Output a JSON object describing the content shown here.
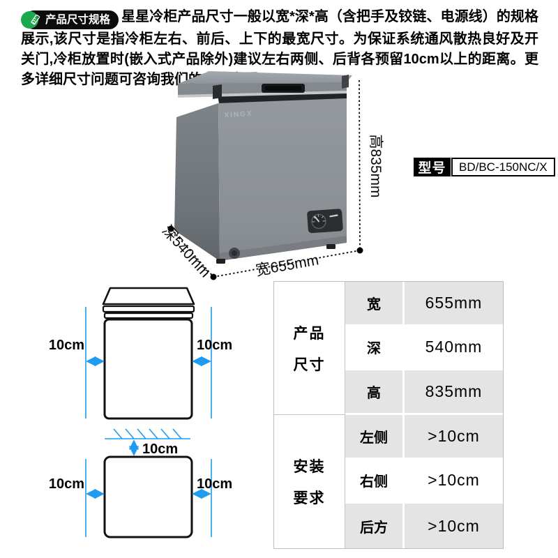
{
  "header": {
    "badge_label": "产品尺寸规格",
    "description": "星星冷柜产品尺寸一般以宽*深*高（含把手及铰链、电源线）的规格展示,该尺寸是指冷柜左右、前后、上下的最宽尺寸。为保证系统通风散热良好及开关门,冷柜放置时(嵌入式产品除外)建议左右两侧、后背各预留10cm以上的距离。更多详细尺寸问题可咨询我们的在线客服。"
  },
  "product": {
    "brand": "XINGX",
    "model_label": "型号",
    "model_value": "BD/BC-150NC/X",
    "dimensions": {
      "height": "高835mm",
      "width": "宽655mm",
      "depth": "深540mm"
    }
  },
  "diagrams": {
    "front_left_clearance": "10cm",
    "front_right_clearance": "10cm",
    "back_clearance": "10cm",
    "top_left_clearance": "10cm",
    "top_right_clearance": "10cm"
  },
  "spec_table": {
    "groups": [
      {
        "category": [
          "产品",
          "尺寸"
        ],
        "rows": [
          {
            "label": "宽",
            "value": "655mm"
          },
          {
            "label": "深",
            "value": "540mm"
          },
          {
            "label": "高",
            "value": "835mm"
          }
        ]
      },
      {
        "category": [
          "安装",
          "要求"
        ],
        "rows": [
          {
            "label": "左侧",
            "value": ">10cm"
          },
          {
            "label": "右侧",
            "value": ">10cm"
          },
          {
            "label": "后方",
            "value": ">10cm"
          }
        ]
      }
    ]
  },
  "colors": {
    "badge_green": "#1ca84d",
    "badge_black": "#0c0c0c",
    "accent_blue": "#1f9cf0",
    "table_row_gray": "#e4e4e4",
    "freezer_front_gray": "#8e9398",
    "freezer_side_gray": "#73787d",
    "freezer_top_gray": "#9aa0a6"
  }
}
